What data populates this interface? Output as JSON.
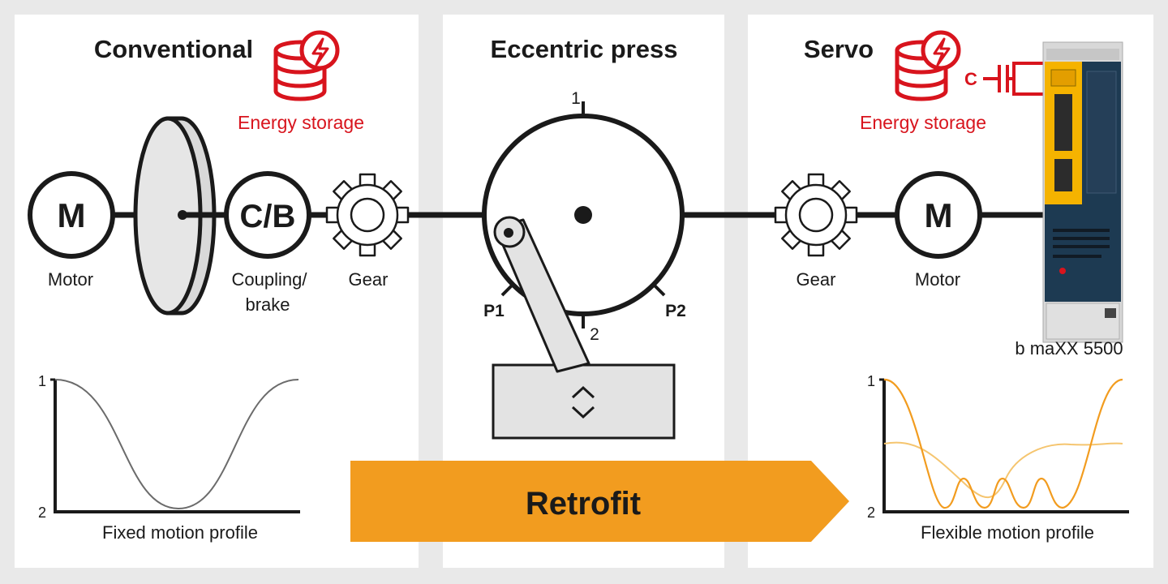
{
  "sections": {
    "left_title": "Conventional",
    "middle_title": "Eccentric press",
    "right_title": "Servo"
  },
  "energy_storage": {
    "left_label": "Energy storage",
    "right_label": "Energy storage",
    "capacitor_label": "C"
  },
  "components": {
    "motor_left_symbol": "M",
    "motor_left_label": "Motor",
    "coupling_symbol": "C/B",
    "coupling_label_line1": "Coupling/",
    "coupling_label_line2": "brake",
    "gear_left_label": "Gear",
    "gear_right_label": "Gear",
    "motor_right_symbol": "M",
    "motor_right_label": "Motor",
    "drive_label": "b maXX 5500"
  },
  "press": {
    "top_marker": "1",
    "bottom_marker": "2",
    "p1_label": "P1",
    "p2_label": "P2"
  },
  "left_profile": {
    "tick_top": "1",
    "tick_bottom": "2",
    "caption": "Fixed motion profile"
  },
  "right_profile": {
    "tick_top": "1",
    "tick_bottom": "2",
    "caption": "Flexible motion profile"
  },
  "retrofit": {
    "label": "Retrofit"
  },
  "colors": {
    "accent_red": "#d8141d",
    "accent_orange": "#f29c1f",
    "drive_yellow": "#f5b300",
    "drive_navy": "#1d3a52",
    "line_dark": "#1a1a1a"
  }
}
